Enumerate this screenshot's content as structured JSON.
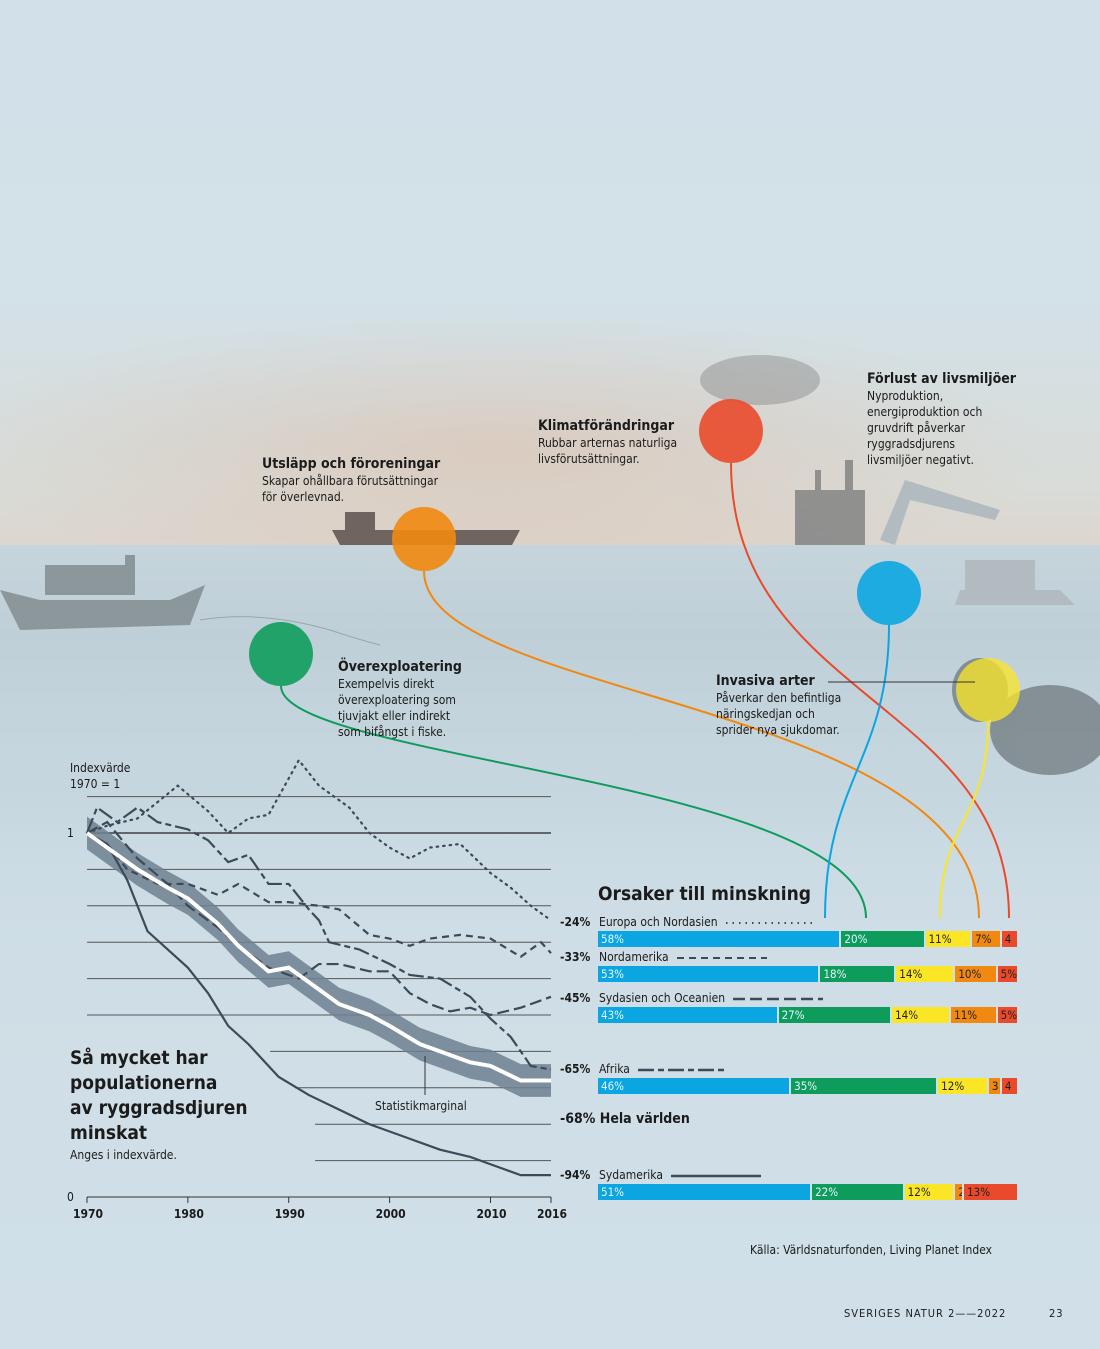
{
  "colors": {
    "livsmiljoer": "#0ba6e1",
    "overexploatering": "#0e9c5c",
    "invasiva": "#fbe625",
    "utslapp": "#f1880f",
    "klimat": "#ea4a2b",
    "line": "#3d4a57",
    "band": "#6e8190"
  },
  "annotations": {
    "utslapp": {
      "title": "Utsläpp och föroreningar",
      "text": "Skapar ohållbara förutsättningar\nför överlevnad."
    },
    "klimat": {
      "title": "Klimatförändringar",
      "text": "Rubbar arternas naturliga\nlivsförutsättningar."
    },
    "livsmiljoer": {
      "title": "Förlust av livsmiljöer",
      "text": "Nyproduktion,\nenergiproduktion och\ngruvdrift påverkar\nryggradsdjurens\nlivsmiljöer negativt."
    },
    "overexploatering": {
      "title": "Överexploatering",
      "text": "Exempelvis direkt\növerexploatering som\ntjuvjakt eller indirekt\nsom bifångst i fiske."
    },
    "invasiva": {
      "title": "Invasiva arter",
      "text": "Påverkar den befintliga\nnäringskedjan och\nsprider nya sjukdomar."
    }
  },
  "chart_data": [
    {
      "type": "line",
      "title": "Så mycket har\npopulationerna\nav ryggradsdjuren\nminskat",
      "subtitle": "Anges i indexvärde.",
      "ylabel": "Indexvärde\n1970 = 1",
      "ylim": [
        0,
        1.2
      ],
      "xlim": [
        1970,
        2016
      ],
      "xticks": [
        "1970",
        "1980",
        "1990",
        "2000",
        "2010",
        "2016"
      ],
      "yticks": [
        "0",
        "1"
      ],
      "band_label": "Statistikmarginal",
      "series": [
        {
          "name": "Europa och Nordasien",
          "style": "dotted",
          "x": [
            1970,
            1972,
            1975,
            1979,
            1982,
            1984,
            1986,
            1988,
            1991,
            1993,
            1996,
            1998,
            2000,
            2002,
            2004,
            2007,
            2010,
            2012,
            2014,
            2016
          ],
          "y": [
            1.0,
            1.02,
            1.04,
            1.13,
            1.06,
            1.0,
            1.04,
            1.05,
            1.2,
            1.13,
            1.07,
            1.0,
            0.96,
            0.93,
            0.96,
            0.97,
            0.89,
            0.85,
            0.8,
            0.76
          ]
        },
        {
          "name": "Nordamerika",
          "style": "dashed",
          "x": [
            1970,
            1972,
            1974,
            1977,
            1980,
            1983,
            1985,
            1988,
            1990,
            1993,
            1995,
            1998,
            2000,
            2002,
            2004,
            2007,
            2010,
            2013,
            2015,
            2016
          ],
          "y": [
            1.0,
            0.97,
            0.9,
            0.86,
            0.86,
            0.83,
            0.86,
            0.81,
            0.81,
            0.8,
            0.79,
            0.72,
            0.71,
            0.69,
            0.71,
            0.72,
            0.71,
            0.66,
            0.7,
            0.67
          ]
        },
        {
          "name": "Sydasien och Oceanien",
          "style": "longdash",
          "x": [
            1970,
            1972,
            1975,
            1978,
            1980,
            1983,
            1985,
            1988,
            1991,
            1993,
            1995,
            1998,
            2000,
            2002,
            2004,
            2006,
            2008,
            2010,
            2013,
            2016
          ],
          "y": [
            1.0,
            1.03,
            0.93,
            0.86,
            0.8,
            0.74,
            0.69,
            0.63,
            0.6,
            0.64,
            0.64,
            0.62,
            0.62,
            0.56,
            0.53,
            0.51,
            0.52,
            0.5,
            0.52,
            0.55
          ]
        },
        {
          "name": "Afrika",
          "style": "dashdot",
          "x": [
            1970,
            1971,
            1973,
            1975,
            1977,
            1980,
            1982,
            1984,
            1986,
            1988,
            1990,
            1992,
            1993,
            1994,
            1997,
            2000,
            2002,
            2005,
            2008,
            2010,
            2012,
            2014,
            2016
          ],
          "y": [
            1.0,
            1.07,
            1.03,
            1.07,
            1.03,
            1.01,
            0.98,
            0.92,
            0.94,
            0.86,
            0.86,
            0.79,
            0.76,
            0.7,
            0.68,
            0.64,
            0.61,
            0.6,
            0.55,
            0.49,
            0.44,
            0.36,
            0.35
          ]
        },
        {
          "name": "Sydamerika",
          "style": "solid",
          "x": [
            1970,
            1972,
            1974,
            1976,
            1978,
            1980,
            1982,
            1984,
            1986,
            1989,
            1992,
            1995,
            1998,
            2000,
            2002,
            2005,
            2008,
            2010,
            2013,
            2016
          ],
          "y": [
            1.0,
            0.97,
            0.87,
            0.73,
            0.68,
            0.63,
            0.56,
            0.47,
            0.42,
            0.33,
            0.28,
            0.24,
            0.2,
            0.18,
            0.16,
            0.13,
            0.11,
            0.09,
            0.06,
            0.06
          ]
        },
        {
          "name": "Hela världen",
          "style": "white",
          "x": [
            1970,
            1972,
            1975,
            1978,
            1980,
            1983,
            1985,
            1988,
            1990,
            1993,
            1995,
            1998,
            2000,
            2003,
            2005,
            2008,
            2010,
            2013,
            2014,
            2016
          ],
          "y": [
            1.0,
            0.96,
            0.9,
            0.85,
            0.82,
            0.75,
            0.69,
            0.62,
            0.63,
            0.57,
            0.53,
            0.5,
            0.47,
            0.42,
            0.4,
            0.37,
            0.36,
            0.32,
            0.32,
            0.32
          ],
          "band": 0.045
        }
      ]
    },
    {
      "type": "bar",
      "title": "Orsaker till minskning",
      "stacked": true,
      "legend": [
        "Förlust av livsmiljöer",
        "Överexploatering",
        "Invasiva arter",
        "Utsläpp och föroreningar",
        "Klimatförändringar"
      ],
      "regions": [
        {
          "name": "Europa och Nordasien",
          "change": "-24%",
          "values": [
            58,
            20,
            11,
            7,
            4
          ],
          "labels": [
            "58%",
            "20%",
            "11%",
            "7%",
            "4"
          ]
        },
        {
          "name": "Nordamerika",
          "change": "-33%",
          "values": [
            53,
            18,
            14,
            10,
            5
          ],
          "labels": [
            "53%",
            "18%",
            "14%",
            "10%",
            "5%"
          ]
        },
        {
          "name": "Sydasien och Oceanien",
          "change": "-45%",
          "values": [
            43,
            27,
            14,
            11,
            5
          ],
          "labels": [
            "43%",
            "27%",
            "14%",
            "11%",
            "5%"
          ]
        },
        {
          "name": "Afrika",
          "change": "-65%",
          "values": [
            46,
            35,
            12,
            3,
            4
          ],
          "labels": [
            "46%",
            "35%",
            "12%",
            "3",
            "4"
          ]
        },
        {
          "name": "Sydamerika",
          "change": "-94%",
          "values": [
            51,
            22,
            12,
            2,
            13
          ],
          "labels": [
            "51%",
            "22%",
            "12%",
            "2",
            "13%"
          ]
        }
      ],
      "world": {
        "change": "-68%",
        "name": "Hela världen"
      }
    }
  ],
  "footer": {
    "source": "Källa: Världsnaturfonden, Living Planet Index",
    "magazine": "SVERIGES NATUR 2——2022",
    "page": "23"
  }
}
